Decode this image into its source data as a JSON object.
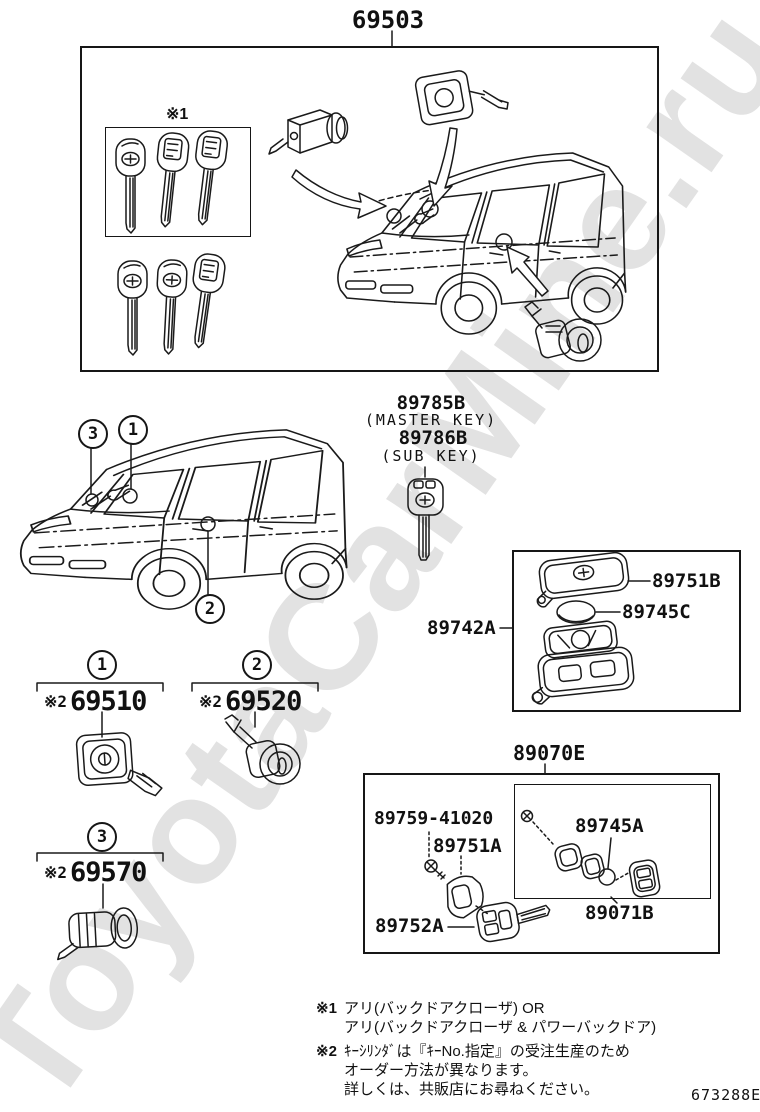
{
  "watermark": "ToyotaCarMine.ru",
  "doc_code": "673288E",
  "kit": {
    "part_number": "69503",
    "keys_note_mark": "※1"
  },
  "keys": {
    "master": {
      "part_number": "89785B",
      "caption": "(MASTER KEY)"
    },
    "sub": {
      "part_number": "89786B",
      "caption": "(SUB KEY)"
    }
  },
  "van_callouts": {
    "hood_left": "3",
    "windshield": "1",
    "front_door": "2"
  },
  "transmitter": {
    "assembly": "89742A",
    "cover": "89751B",
    "battery": "89745C"
  },
  "cylinders": [
    {
      "callout": "1",
      "note_mark": "※2",
      "part_number": "69510"
    },
    {
      "callout": "2",
      "note_mark": "※2",
      "part_number": "69520"
    },
    {
      "callout": "3",
      "note_mark": "※2",
      "part_number": "69570"
    }
  ],
  "housing_kit": {
    "part_number": "89070E",
    "screw": "89759-41020",
    "cover": "89751A",
    "key_plate": "89752A",
    "battery": "89745A",
    "module": "89071B"
  },
  "footnotes": {
    "note1": {
      "mark": "※1",
      "line1": "アリ(バックドアクローザ) OR",
      "line2": "アリ(バックドアクローザ & パワーバックドア)"
    },
    "note2": {
      "mark": "※2",
      "line1": "ｷｰｼﾘﾝﾀﾞは『ｷｰNo.指定』の受注生産のため",
      "line2": "オーダー方法が異なります。",
      "line3": "詳しくは、共販店にお尋ねください。"
    }
  }
}
